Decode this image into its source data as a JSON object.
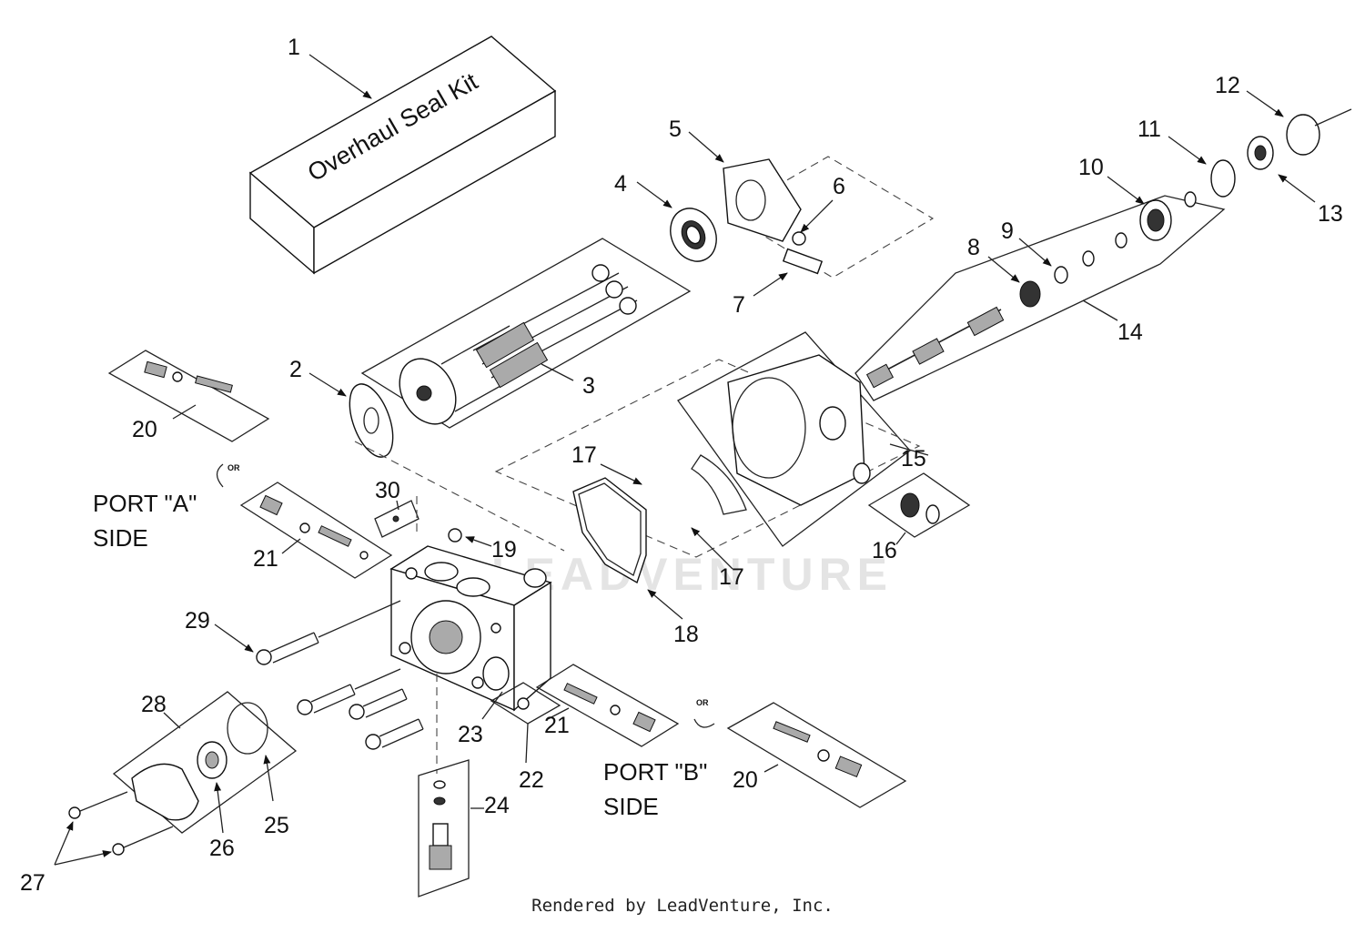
{
  "footer": "Rendered by LeadVenture, Inc.",
  "watermark": "LEADVENTURE",
  "kit_box": {
    "label": "Overhaul Seal Kit"
  },
  "port_a": {
    "line1": "PORT \"A\"",
    "line2": "SIDE",
    "or": "OR"
  },
  "port_b": {
    "line1": "PORT \"B\"",
    "line2": "SIDE",
    "or": "OR"
  },
  "callouts": {
    "c1": "1",
    "c2": "2",
    "c3": "3",
    "c4": "4",
    "c5": "5",
    "c6": "6",
    "c7": "7",
    "c8": "8",
    "c9": "9",
    "c10": "10",
    "c11": "11",
    "c12": "12",
    "c13": "13",
    "c14": "14",
    "c15": "15",
    "c16": "16",
    "c17a": "17",
    "c17b": "17",
    "c18": "18",
    "c19": "19",
    "c20a": "20",
    "c20b": "20",
    "c21a": "21",
    "c21b": "21",
    "c22": "22",
    "c23": "23",
    "c24": "24",
    "c25": "25",
    "c26": "26",
    "c27": "27",
    "c28": "28",
    "c29": "29",
    "c30": "30"
  }
}
